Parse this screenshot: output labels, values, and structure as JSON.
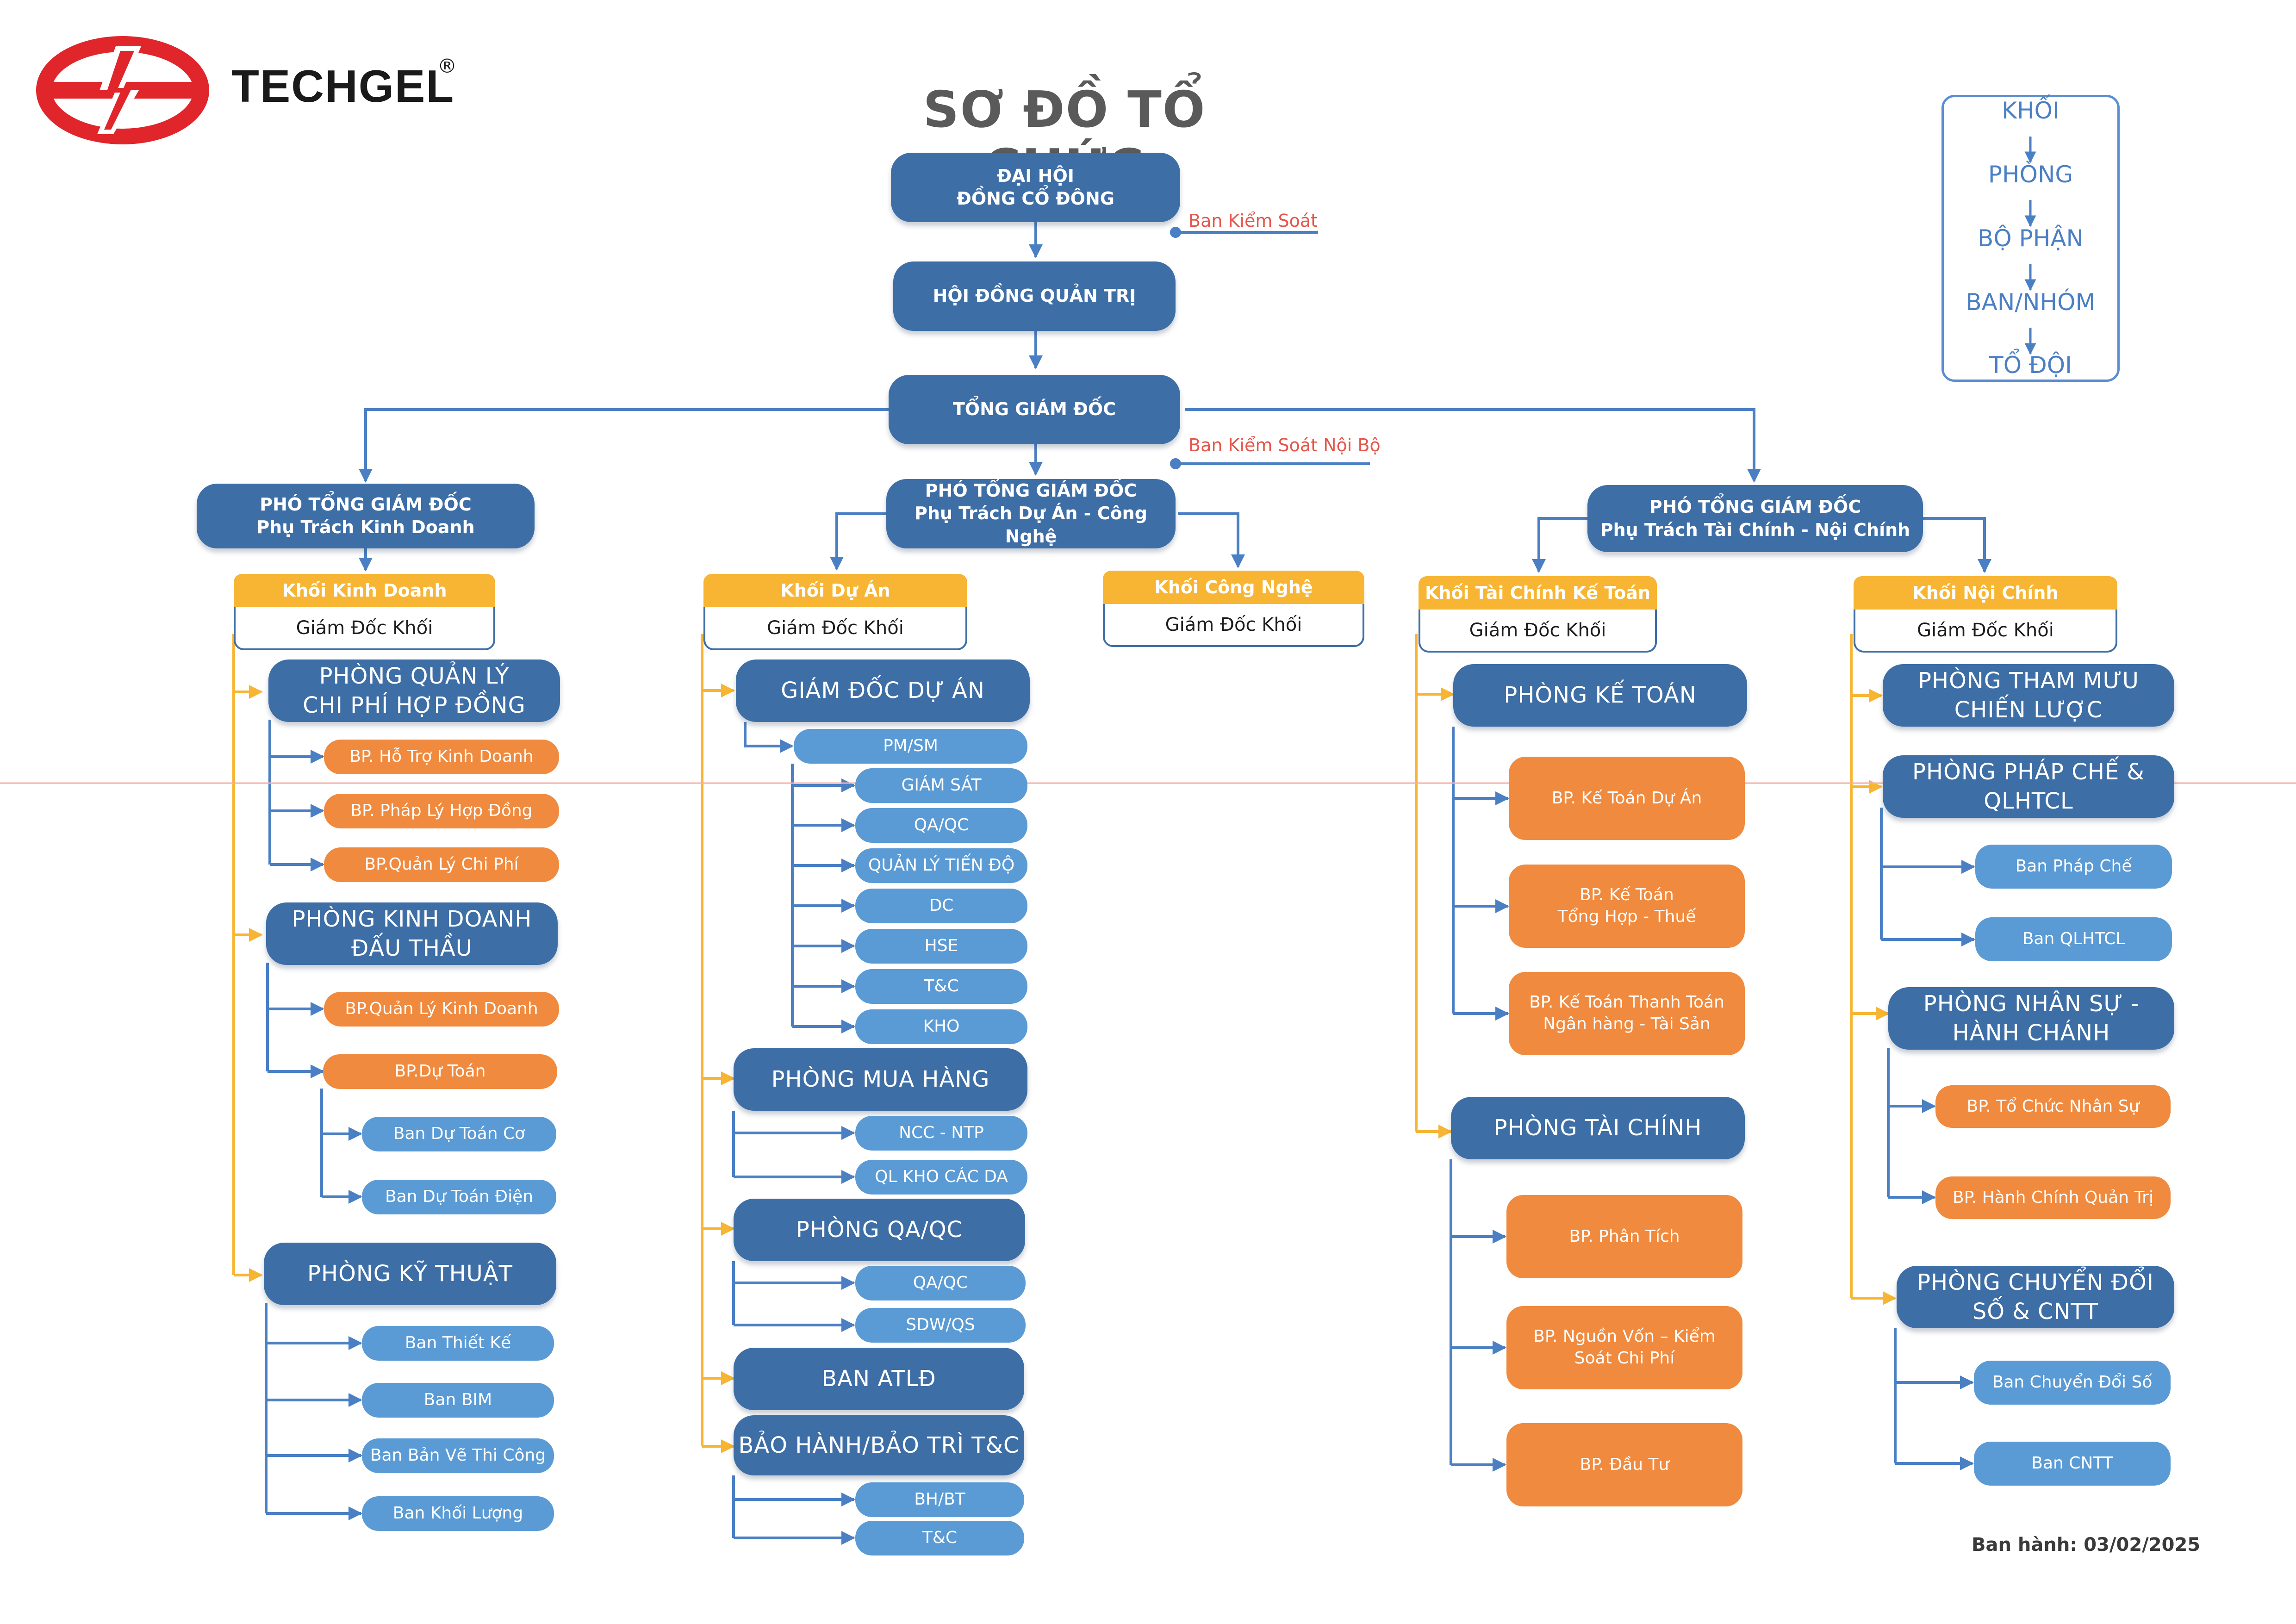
{
  "brand": {
    "name": "TECHGEL",
    "registered": "®",
    "logo_icon": "techgel-logo-icon"
  },
  "title": "SƠ ĐỒ TỔ CHỨC",
  "legend": [
    "KHỐI",
    "PHÒNG",
    "BỘ PHẬN",
    "BAN/NHÓM",
    "TỔ ĐỘI"
  ],
  "issued": "Ban hành: 03/02/2025",
  "colors": {
    "dark_blue": "#3e6ea6",
    "light_blue": "#5b9bd5",
    "orange": "#f08a3e",
    "block_yellow": "#f7b533",
    "connector_blue": "#4a7fc4",
    "connector_yellow": "#f7b533",
    "note_red": "#e5554a"
  },
  "executive": {
    "shareholders": [
      "ĐẠI HỘI",
      "ĐỒNG CỔ ĐÔNG"
    ],
    "supervisory": "Ban Kiểm Soát",
    "board": "HỘI ĐỒNG QUẢN TRỊ",
    "ceo": "TỔNG GIÁM ĐỐC",
    "internal_audit": "Ban Kiểm Soát Nội Bộ",
    "vp_business": [
      "PHÓ TỔNG GIÁM ĐỐC",
      "Phụ Trách Kinh Doanh"
    ],
    "vp_project": [
      "PHÓ TỔNG GIÁM ĐỐC",
      "Phụ Trách Dự Án - Công Nghệ"
    ],
    "vp_finance": [
      "PHÓ TỔNG GIÁM ĐỐC",
      "Phụ Trách Tài Chính - Nội Chính"
    ]
  },
  "blocks": {
    "business": {
      "title": "Khối Kinh Doanh",
      "head": "Giám Đốc Khối"
    },
    "project": {
      "title": "Khối Dự Án",
      "head": "Giám Đốc Khối"
    },
    "technology": {
      "title": "Khối Công Nghệ",
      "head": "Giám Đốc Khối"
    },
    "finance": {
      "title": "Khối Tài Chính Kế Toán",
      "head": "Giám Đốc Khối"
    },
    "internal": {
      "title": "Khối Nội Chính",
      "head": "Giám Đốc Khối"
    }
  },
  "business_units": {
    "contract_cost_mgmt": [
      "PHÒNG QUẢN LÝ",
      "CHI PHÍ HỢP ĐỒNG"
    ],
    "cc_items": [
      "BP. Hỗ Trợ Kinh Doanh",
      "BP. Pháp Lý Hợp Đồng",
      "BP.Quản Lý Chi Phí"
    ],
    "sales_bidding": [
      "PHÒNG KINH DOANH",
      "ĐẤU THẦU"
    ],
    "sb_items": [
      "BP.Quản Lý Kinh Doanh",
      "BP.Dự Toán"
    ],
    "estimate_teams": [
      "Ban Dự Toán Cơ",
      "Ban Dự Toán Điện"
    ],
    "engineering": "PHÒNG KỸ THUẬT",
    "eng_teams": [
      "Ban Thiết Kế",
      "Ban BIM",
      "Ban Bản Vẽ Thi Công",
      "Ban Khối Lượng"
    ]
  },
  "project_units": {
    "project_director": "GIÁM ĐỐC DỰ ÁN",
    "pd_items": [
      "PM/SM",
      "GIÁM SÁT",
      "QA/QC",
      "QUẢN LÝ TIẾN ĐỘ",
      "DC",
      "HSE",
      "T&C",
      "KHO"
    ],
    "purchasing": "PHÒNG MUA HÀNG",
    "purchasing_items": [
      "NCC - NTP",
      "QL KHO CÁC DA"
    ],
    "qaqc": "PHÒNG QA/QC",
    "qaqc_items": [
      "QA/QC",
      "SDW/QS"
    ],
    "safety": "BAN ATLĐ",
    "warranty": "BẢO HÀNH/BẢO TRÌ T&C",
    "warranty_items": [
      "BH/BT",
      "T&C"
    ]
  },
  "finance_units": {
    "accounting": "PHÒNG KẾ TOÁN",
    "accounting_items": [
      [
        "BP. Kế Toán Dự Án"
      ],
      [
        "BP. Kế Toán",
        "Tổng Hợp - Thuế"
      ],
      [
        "BP. Kế Toán Thanh Toán",
        "Ngân hàng - Tài Sản"
      ]
    ],
    "finance": "PHÒNG TÀI CHÍNH",
    "finance_items": [
      [
        "BP. Phân Tích"
      ],
      [
        "BP. Nguồn Vốn – Kiểm",
        "Soát Chi Phí"
      ],
      [
        "BP. Đầu Tư"
      ]
    ]
  },
  "internal_units": {
    "strategy": [
      "PHÒNG THAM MƯU",
      "CHIẾN LƯỢC"
    ],
    "legal": [
      "PHÒNG PHÁP CHẾ &",
      "QLHTCL"
    ],
    "legal_items": [
      "Ban Pháp Chế",
      "Ban QLHTCL"
    ],
    "hr_admin": [
      "PHÒNG NHÂN SỰ -",
      "HÀNH CHÁNH"
    ],
    "hr_items": [
      "BP. Tổ Chức Nhân Sự",
      "BP. Hành Chính Quản Trị"
    ],
    "digital": [
      "PHÒNG CHUYỂN ĐỔI",
      "SỐ & CNTT"
    ],
    "digital_items": [
      "Ban Chuyển Đổi Số",
      "Ban CNTT"
    ]
  }
}
